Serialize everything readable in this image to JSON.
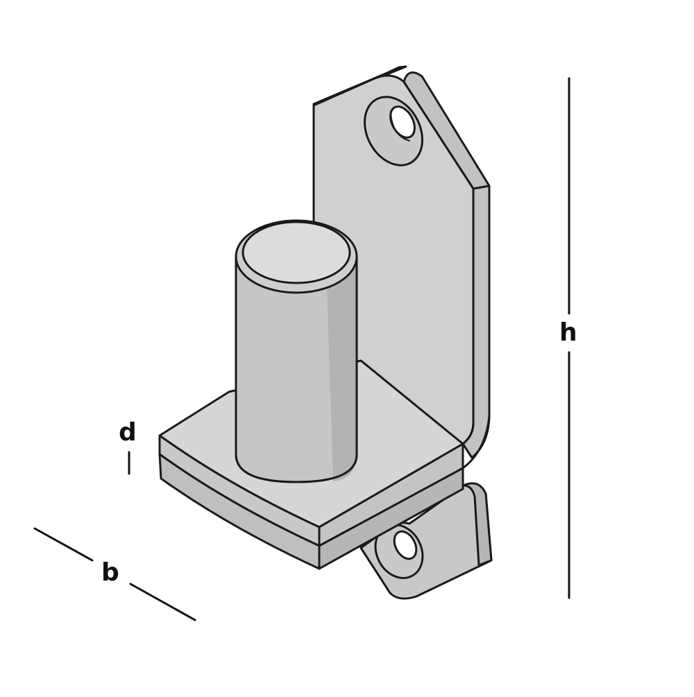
{
  "diagram": {
    "subject": "hinge-pin-bracket",
    "colors": {
      "line": "#1a1a1a",
      "face_light": "#d6d7d5",
      "face_mid": "#c4c5c3",
      "face_dark": "#b4b5b3",
      "pin_top": "#dcdddb",
      "hole_inner": "#9c9d9b",
      "background": "#ffffff"
    },
    "dimensions": {
      "height_label": "h",
      "pin_diameter_label": "d",
      "base_width_label": "b"
    }
  }
}
